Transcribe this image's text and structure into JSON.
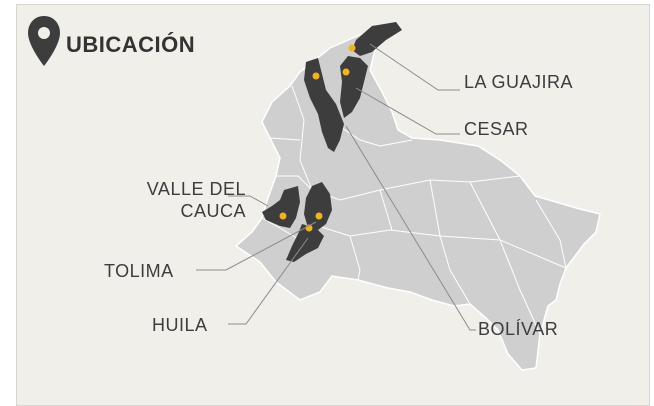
{
  "title": "UBICACIÓN",
  "colors": {
    "panel_bg": "#f1efea",
    "country_fill": "#cfcfcf",
    "country_border": "#ffffff",
    "region_fill": "#3d3d3d",
    "marker": "#f0b323",
    "leader_line": "#8c8c8c",
    "pin_icon": "#3d3d3d"
  },
  "icons": {
    "title_icon": "location-pin-icon"
  },
  "regions": [
    {
      "id": "la-guajira",
      "label": "LA GUAJIRA"
    },
    {
      "id": "cesar",
      "label": "CESAR"
    },
    {
      "id": "valle-del-cauca",
      "label_line1": "VALLE DEL",
      "label_line2": "CAUCA"
    },
    {
      "id": "tolima",
      "label": "TOLIMA"
    },
    {
      "id": "huila",
      "label": "HUILA"
    },
    {
      "id": "bolivar",
      "label": "BOLÍVAR"
    }
  ]
}
